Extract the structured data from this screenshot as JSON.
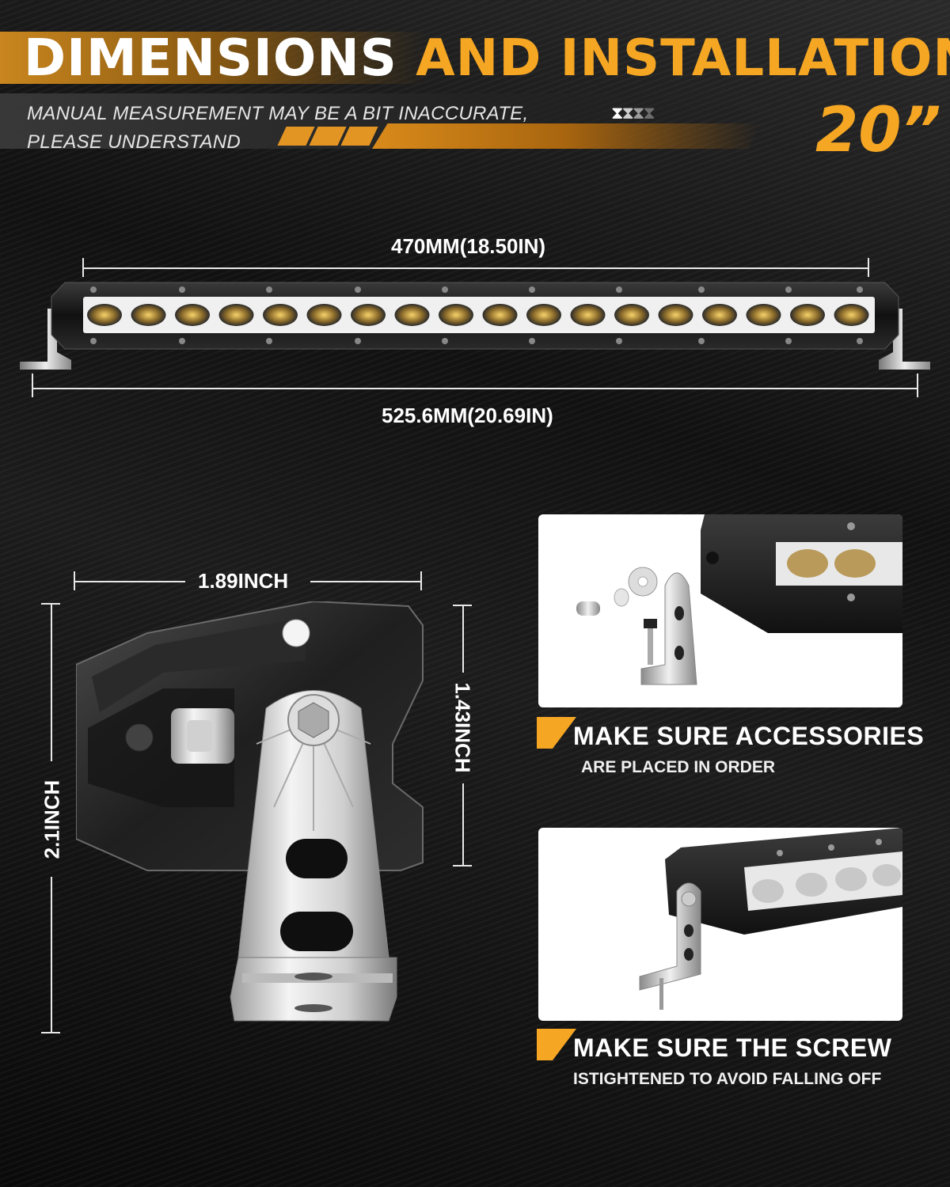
{
  "header": {
    "title_white": "DIMENSIONS",
    "title_orange": "AND INSTALLATION",
    "note_line1": "MANUAL MEASUREMENT MAY BE A BIT INACCURATE,",
    "note_line2": "PLEASE UNDERSTAND",
    "size": "20”"
  },
  "dimensions": {
    "inner_length": "470MM(18.50IN)",
    "total_length": "525.6MM(20.69IN)",
    "bracket_width": "1.89INCH",
    "bracket_height_total": "2.1INCH",
    "bracket_height_inner": "1.43INCH"
  },
  "steps": [
    {
      "title": "MAKE SURE ACCESSORIES",
      "subtitle": "ARE PLACED IN ORDER"
    },
    {
      "title": "MAKE SURE THE SCREW",
      "subtitle": "ISTIGHTENED TO AVOID FALLING OFF"
    }
  ],
  "colors": {
    "accent": "#f5a623",
    "background": "#141414",
    "text": "#ffffff"
  }
}
